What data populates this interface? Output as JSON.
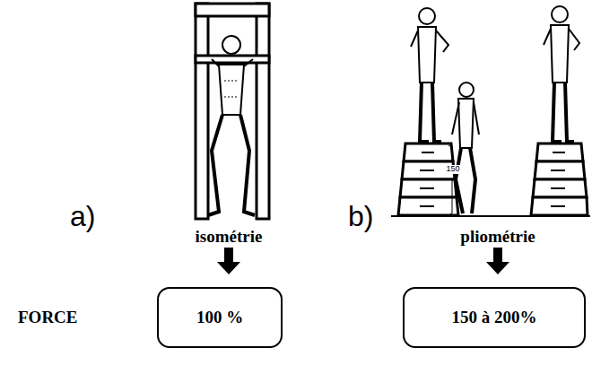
{
  "diagram": {
    "nodes": [
      {
        "text": [
          "100 %"
        ]
      },
      {
        "text": [
          "150 à 200%"
        ]
      }
    ],
    "labels": [
      "a)",
      "150",
      "b)",
      "isométrie",
      "pliométrie",
      "FORCE"
    ]
  }
}
